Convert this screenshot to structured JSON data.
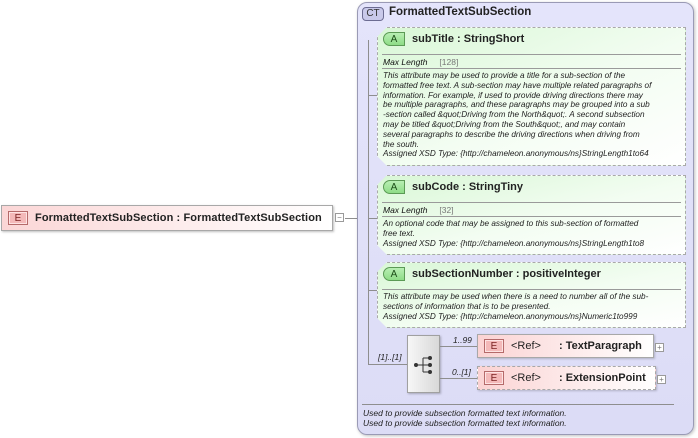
{
  "root_element": {
    "badge": "E",
    "label": "FormattedTextSubSection : FormattedTextSubSection",
    "expander": "−"
  },
  "complex_type": {
    "badge": "CT",
    "name": "FormattedTextSubSection",
    "attributes": [
      {
        "badge": "A",
        "name": "subTitle",
        "type": "StringShort",
        "label": "subTitle  : StringShort",
        "facet_label": "Max Length",
        "facet_value": "[128]",
        "doc_lines": [
          "This attribute may be used to provide a title for a sub-section of the",
          "formatted free text. A sub-section may have multiple related paragraphs of",
          "information. For example, if used to provide driving directions there may",
          "be multiple paragraphs, and these paragraphs may be grouped into a sub",
          "-section called &quot;Driving from the North&quot;. A second subsection",
          "may be titled &quot;Driving from the South&quot;, and may contain",
          "several paragraphs to describe the driving directions when driving from",
          "the south.",
          "Assigned XSD Type: {http://chameleon.anonymous/ns}StringLength1to64"
        ]
      },
      {
        "badge": "A",
        "name": "subCode",
        "type": "StringTiny",
        "label": "subCode : StringTiny",
        "facet_label": "Max Length",
        "facet_value": "[32]",
        "doc_lines": [
          "An optional code that may be assigned to this sub-section of formatted",
          "free text.",
          "Assigned XSD Type: {http://chameleon.anonymous/ns}StringLength1to8"
        ]
      },
      {
        "badge": "A",
        "name": "subSectionNumber",
        "type": "positiveInteger",
        "label": "subSectionNumber : positiveInteger",
        "doc_lines": [
          "This attribute may be used when there is a need to number all of the sub-",
          "sections of information that is to be presented.",
          "Assigned XSD Type: {http://chameleon.anonymous/ns}Numeric1to999"
        ]
      }
    ],
    "sequence": {
      "cardinality": "[1]..[1]",
      "children": [
        {
          "badge": "E",
          "ref": "<Ref>",
          "type": ": TextParagraph",
          "cardinality": "1..99",
          "expander": "+",
          "optional": false
        },
        {
          "badge": "E",
          "ref": "<Ref>",
          "type": ": ExtensionPoint",
          "cardinality": "0..[1]",
          "expander": "+",
          "optional": true
        }
      ]
    },
    "documentation": [
      "Used to provide subsection formatted text information.",
      "Used to provide subsection formatted text information."
    ]
  }
}
